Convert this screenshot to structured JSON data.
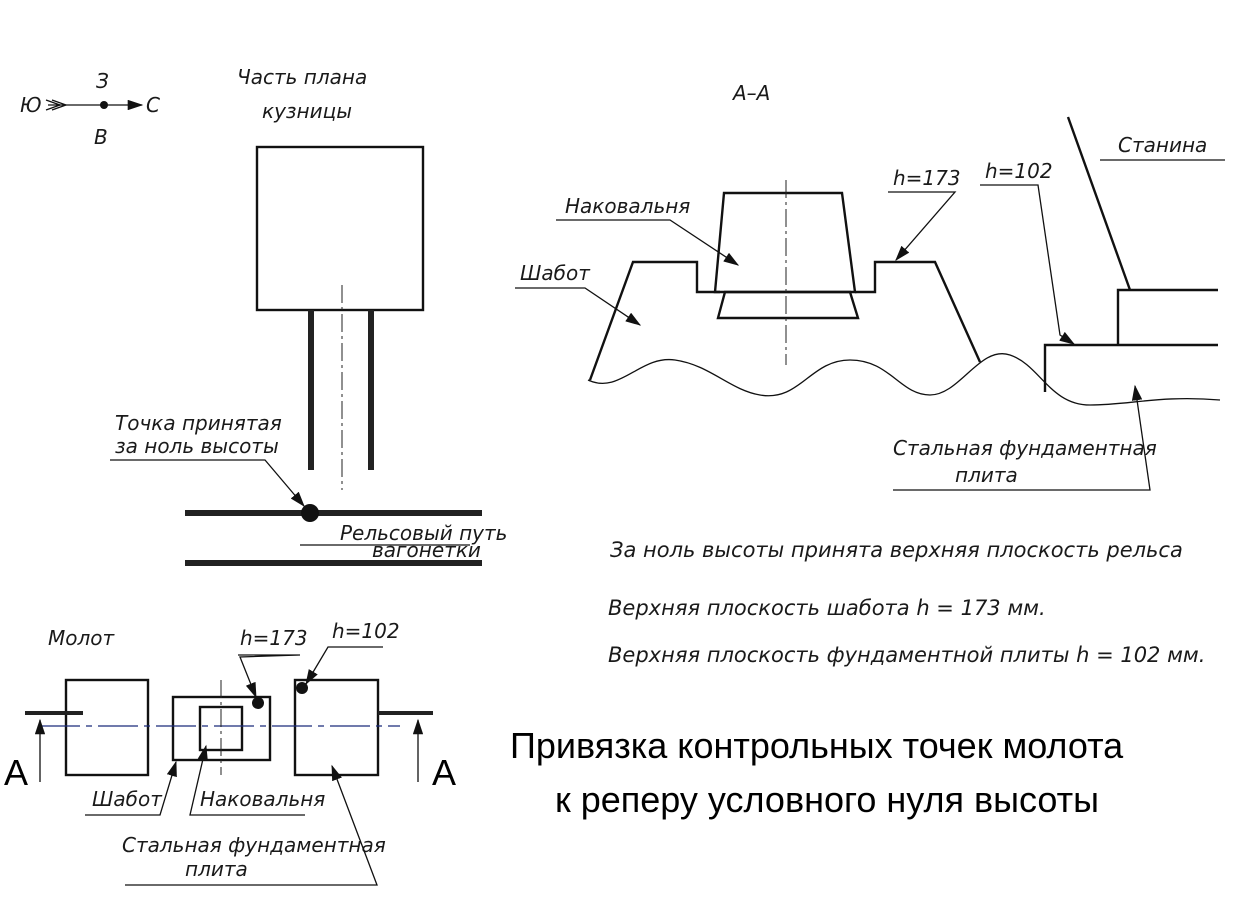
{
  "compass": {
    "south": "Ю",
    "west": "З",
    "east": "В",
    "north": "С"
  },
  "plan": {
    "title_line1": "Часть плана",
    "title_line2": "кузницы",
    "zero_point_line1": "Точка принятая",
    "zero_point_line2": "за ноль высоты",
    "rail_line1": "Рельсовый путь",
    "rail_line2": "вагонетки"
  },
  "section": {
    "title": "А–А",
    "anvil": "Наковальня",
    "shabot": "Шабот",
    "h173": "h=173",
    "h102": "h=102",
    "frame": "Станина",
    "plate_line1": "Стальная фундаментная",
    "plate_line2": "плита"
  },
  "notes": [
    "За ноль высоты принята верхняя плоскость рельса",
    "Верхняя плоскость шабота h = 173 мм.",
    "Верхняя плоскость фундаментной плиты h = 102 мм."
  ],
  "hammer": {
    "title": "Молот",
    "section_mark": "А",
    "h173": "h=173",
    "h102": "h=102",
    "shabot": "Шабот",
    "anvil": "Наковальня",
    "plate_line1": "Стальная фундаментная",
    "plate_line2": "плита"
  },
  "caption": {
    "line1": "Привязка контрольных точек молота",
    "line2": "к реперу условного нуля высоты"
  }
}
